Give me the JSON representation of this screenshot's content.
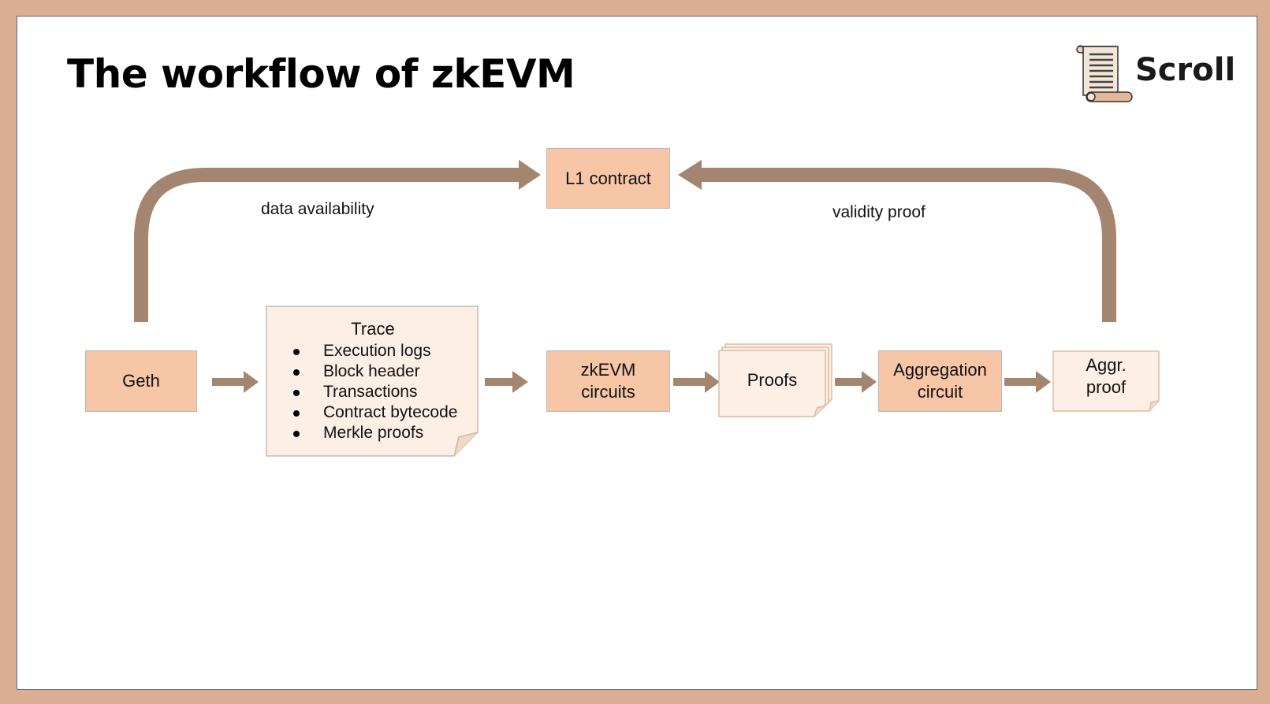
{
  "slide": {
    "title": "The workflow of zkEVM"
  },
  "logo": {
    "text": "Scroll",
    "icon": "scroll-icon"
  },
  "diagram": {
    "l1_contract": "L1 contract",
    "geth": "Geth",
    "trace": {
      "title": "Trace",
      "items": [
        "Execution logs",
        "Block header",
        "Transactions",
        "Contract bytecode",
        "Merkle proofs"
      ]
    },
    "zkevm_circuits": {
      "line1": "zkEVM",
      "line2": "circuits"
    },
    "proofs": "Proofs",
    "aggregation_circuit": {
      "line1": "Aggregation",
      "line2": "circuit"
    },
    "aggr_proof": {
      "line1": "Aggr.",
      "line2": "proof"
    },
    "labels": {
      "data_availability": "data availability",
      "validity_proof": "validity proof"
    }
  },
  "colors": {
    "background": "#d9ae93",
    "box_fill": "#f7c6a6",
    "note_fill": "#fcefe6",
    "arrow": "#a48570"
  }
}
